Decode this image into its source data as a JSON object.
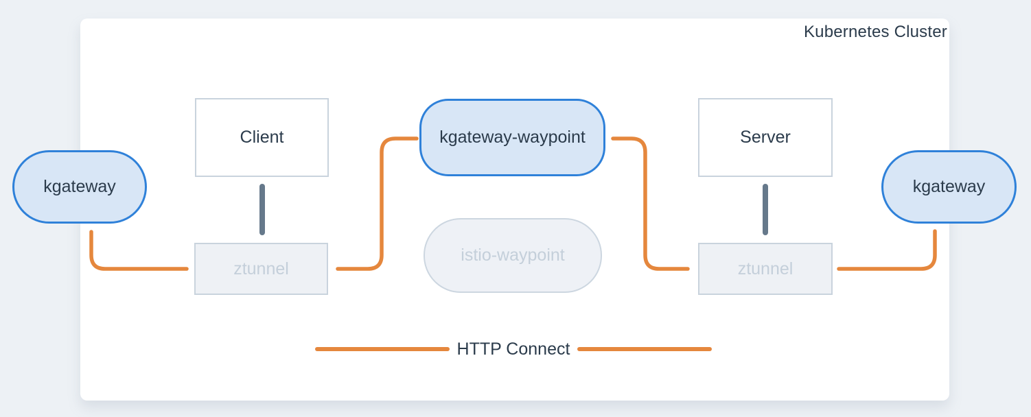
{
  "title": "Kubernetes Cluster",
  "nodes": {
    "kgateway_left": "kgateway",
    "client": "Client",
    "ztunnel_left": "ztunnel",
    "kgateway_waypoint": "kgateway-waypoint",
    "istio_waypoint": "istio-waypoint",
    "server": "Server",
    "ztunnel_right": "ztunnel",
    "kgateway_right": "kgateway"
  },
  "legend": {
    "label": "HTTP Connect"
  },
  "colors": {
    "background": "#edf1f5",
    "panel": "#ffffff",
    "text_dark": "#2b3b4b",
    "text_muted": "#c4cfda",
    "box_border": "#c9d3dd",
    "box_muted_fill": "#eef1f5",
    "pill_fill": "#d8e6f6",
    "pill_border": "#2f81d9",
    "ghost_fill": "#eef1f6",
    "ghost_border": "#ccd6e0",
    "connector_orange": "#e5873d",
    "connector_slate": "#66798b"
  }
}
